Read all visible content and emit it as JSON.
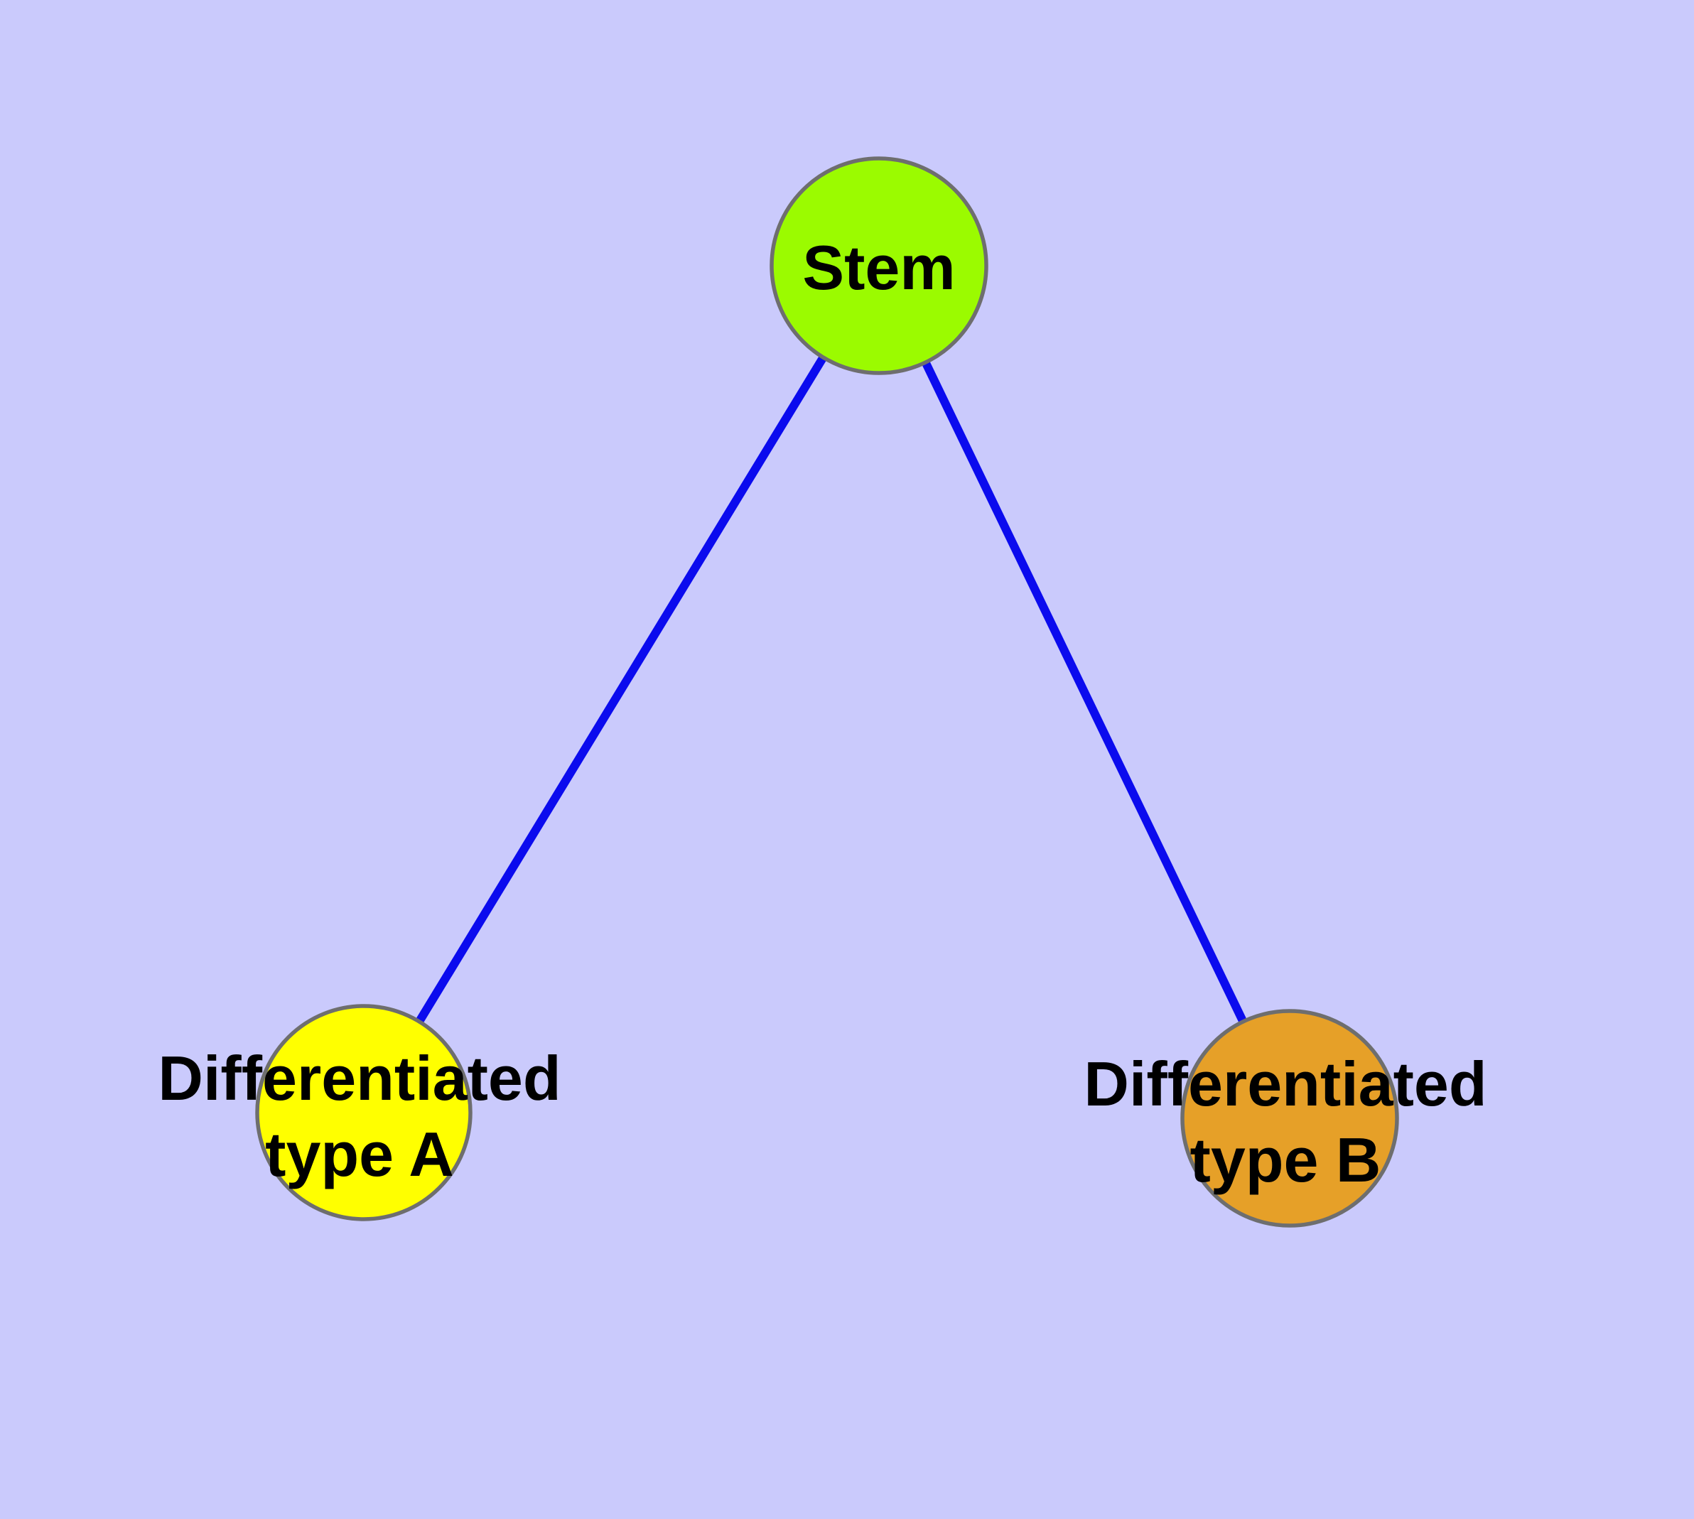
{
  "diagram": {
    "background_color": "#CACAFC",
    "edge_color": "#0B0BEE",
    "node_border_color": "#6E6E6E",
    "text_color": "#000000",
    "nodes": {
      "stem": {
        "label": "Stem",
        "fill": "#9BFB00"
      },
      "type_a": {
        "label_line1": "Differentiated",
        "label_line2": "type A",
        "fill": "#FFFF00"
      },
      "type_b": {
        "label_line1": "Differentiated",
        "label_line2": "type B",
        "fill": "#E6A028"
      }
    },
    "edges": [
      {
        "from": "Stem",
        "to": "Differentiated type A"
      },
      {
        "from": "Stem",
        "to": "Differentiated type B"
      }
    ]
  }
}
